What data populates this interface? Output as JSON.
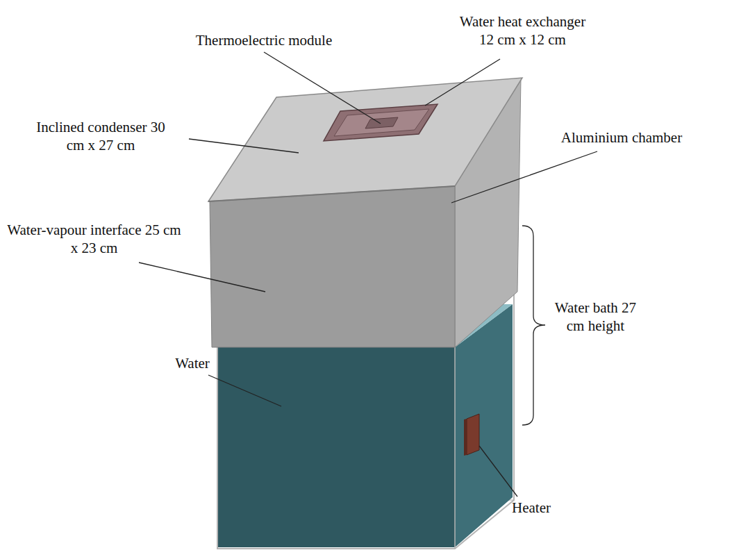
{
  "diagram": {
    "labels": [
      "Thermoelectric module",
      "Water heat exchanger 12 cm x 12 cm",
      "Inclined condenser 30 cm x 27 cm",
      "Aluminium chamber",
      "Water-vapour interface 25 cm x 23 cm",
      "Water bath 27 cm height",
      "Water",
      "Heater"
    ]
  }
}
